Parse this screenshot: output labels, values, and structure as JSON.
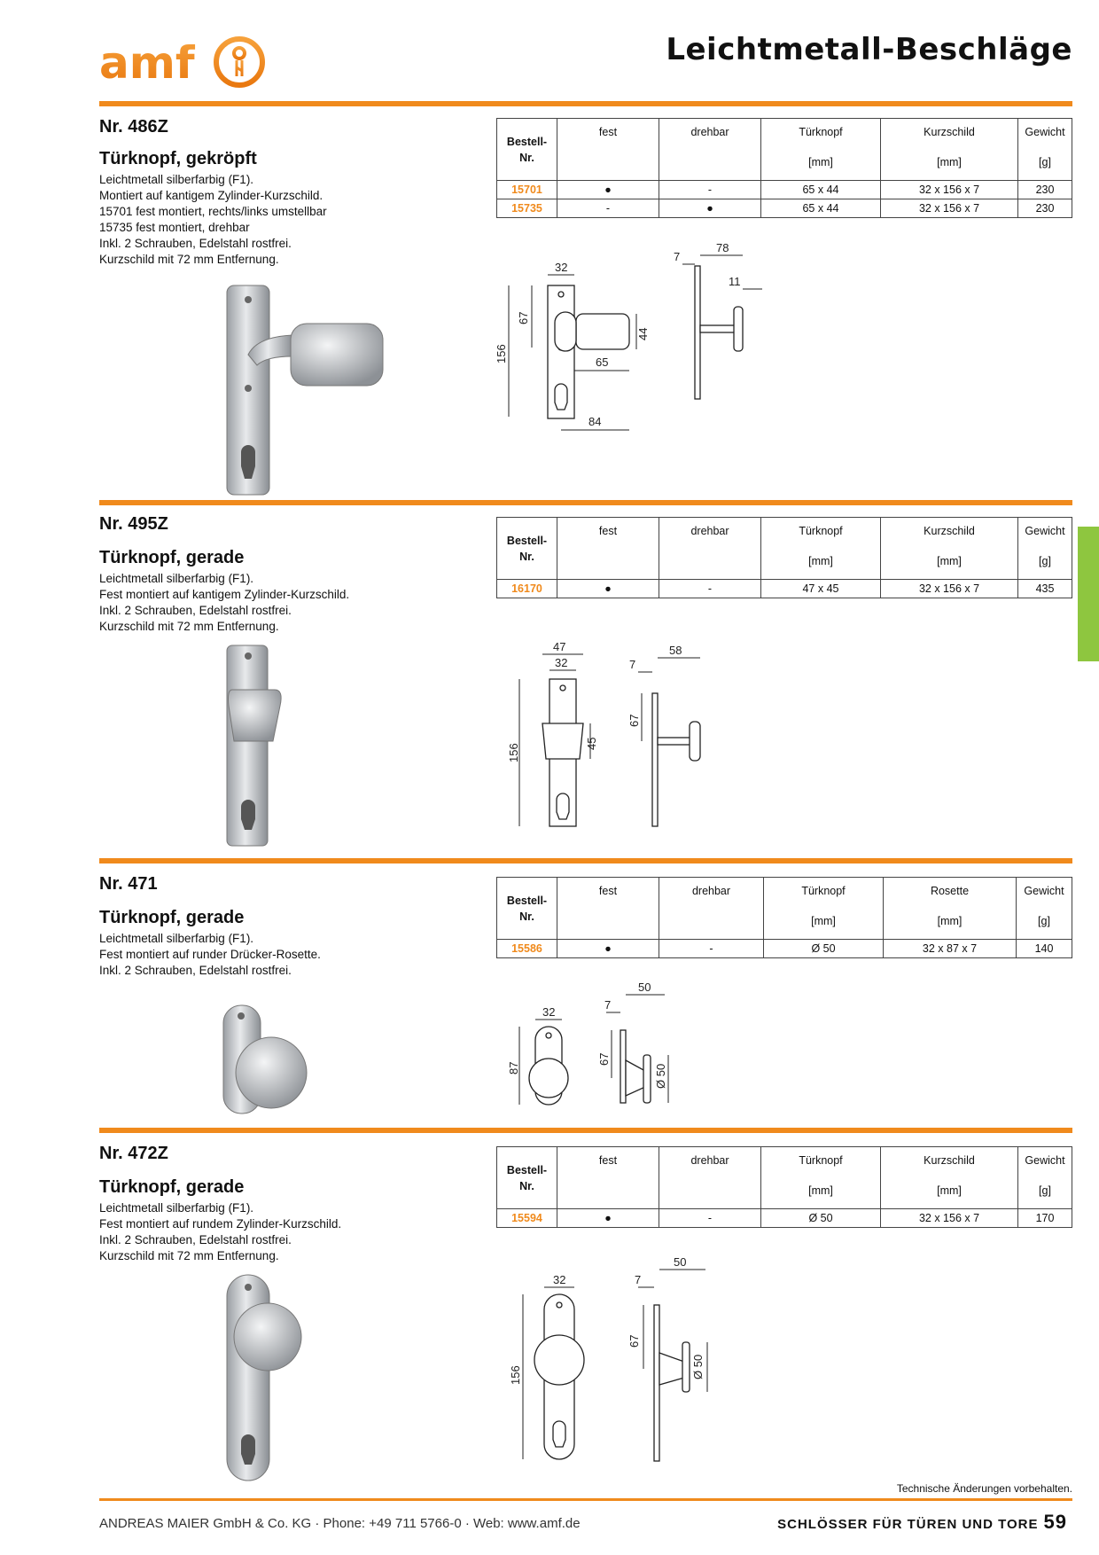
{
  "header": {
    "logo_text": "amf",
    "title": "Leichtmetall-Beschläge"
  },
  "table_headers": {
    "bestell": "Bestell-",
    "nr": "Nr.",
    "fest": "fest",
    "drehbar": "drehbar",
    "tuerknopf": "Türknopf",
    "kurzschild": "Kurzschild",
    "rosette": "Rosette",
    "gewicht": "Gewicht",
    "unit_mm": "[mm]",
    "unit_g": "[g]"
  },
  "sections": [
    {
      "no": "Nr. 486Z",
      "title": "Türknopf, gekröpft",
      "desc": [
        "Leichtmetall silberfarbig (F1).",
        "Montiert auf kantigem Zylinder-Kurzschild.",
        "15701 fest montiert, rechts/links umstellbar",
        "15735 fest montiert, drehbar",
        "Inkl. 2 Schrauben, Edelstahl rostfrei.",
        "Kurzschild mit 72 mm Entfernung."
      ],
      "rows": [
        {
          "nr": "15701",
          "fest": "●",
          "drehbar": "-",
          "knopf": "65 x 44",
          "schild": "32 x 156 x 7",
          "gewicht": "230"
        },
        {
          "nr": "15735",
          "fest": "-",
          "drehbar": "●",
          "knopf": "65 x 44",
          "schild": "32 x 156 x 7",
          "gewicht": "230"
        }
      ],
      "dims": {
        "a": "32",
        "b": "67",
        "c": "156",
        "d": "44",
        "e": "65",
        "f": "84",
        "g": "78",
        "h": "7",
        "i": "11"
      }
    },
    {
      "no": "Nr. 495Z",
      "title": "Türknopf, gerade",
      "desc": [
        "Leichtmetall silberfarbig (F1).",
        "Fest montiert auf kantigem Zylinder-Kurzschild.",
        "Inkl. 2 Schrauben, Edelstahl rostfrei.",
        "Kurzschild mit 72 mm Entfernung."
      ],
      "rows": [
        {
          "nr": "16170",
          "fest": "●",
          "drehbar": "-",
          "knopf": "47 x 45",
          "schild": "32 x 156 x 7",
          "gewicht": "435"
        }
      ],
      "dims": {
        "a": "47",
        "b": "32",
        "c": "156",
        "d": "45",
        "e": "58",
        "f": "7",
        "g": "67"
      }
    },
    {
      "no": "Nr. 471",
      "title": "Türknopf, gerade",
      "desc": [
        "Leichtmetall silberfarbig (F1).",
        "Fest montiert auf runder Drücker-Rosette.",
        "Inkl. 2 Schrauben, Edelstahl rostfrei."
      ],
      "rows": [
        {
          "nr": "15586",
          "fest": "●",
          "drehbar": "-",
          "knopf": "Ø 50",
          "schild": "32 x 87 x 7",
          "gewicht": "140"
        }
      ],
      "dims": {
        "a": "32",
        "b": "87",
        "c": "50",
        "d": "7",
        "e": "67",
        "f": "Ø 50"
      }
    },
    {
      "no": "Nr. 472Z",
      "title": "Türknopf, gerade",
      "desc": [
        "Leichtmetall silberfarbig (F1).",
        "Fest montiert auf rundem Zylinder-Kurzschild.",
        "Inkl. 2 Schrauben, Edelstahl rostfrei.",
        "Kurzschild mit 72 mm Entfernung."
      ],
      "rows": [
        {
          "nr": "15594",
          "fest": "●",
          "drehbar": "-",
          "knopf": "Ø 50",
          "schild": "32 x 156 x 7",
          "gewicht": "170"
        }
      ],
      "dims": {
        "a": "32",
        "b": "156",
        "c": "50",
        "d": "7",
        "e": "67",
        "f": "Ø 50"
      }
    }
  ],
  "footer": {
    "note": "Technische Änderungen vorbehalten.",
    "company": "ANDREAS MAIER GmbH & Co. KG · Phone: +49 711 5766-0 · Web: www.amf.de",
    "category": "SCHLÖSSER FÜR TÜREN UND TORE",
    "page": "59"
  },
  "colors": {
    "accent": "#f08a1c",
    "tab": "#8ec63f"
  }
}
